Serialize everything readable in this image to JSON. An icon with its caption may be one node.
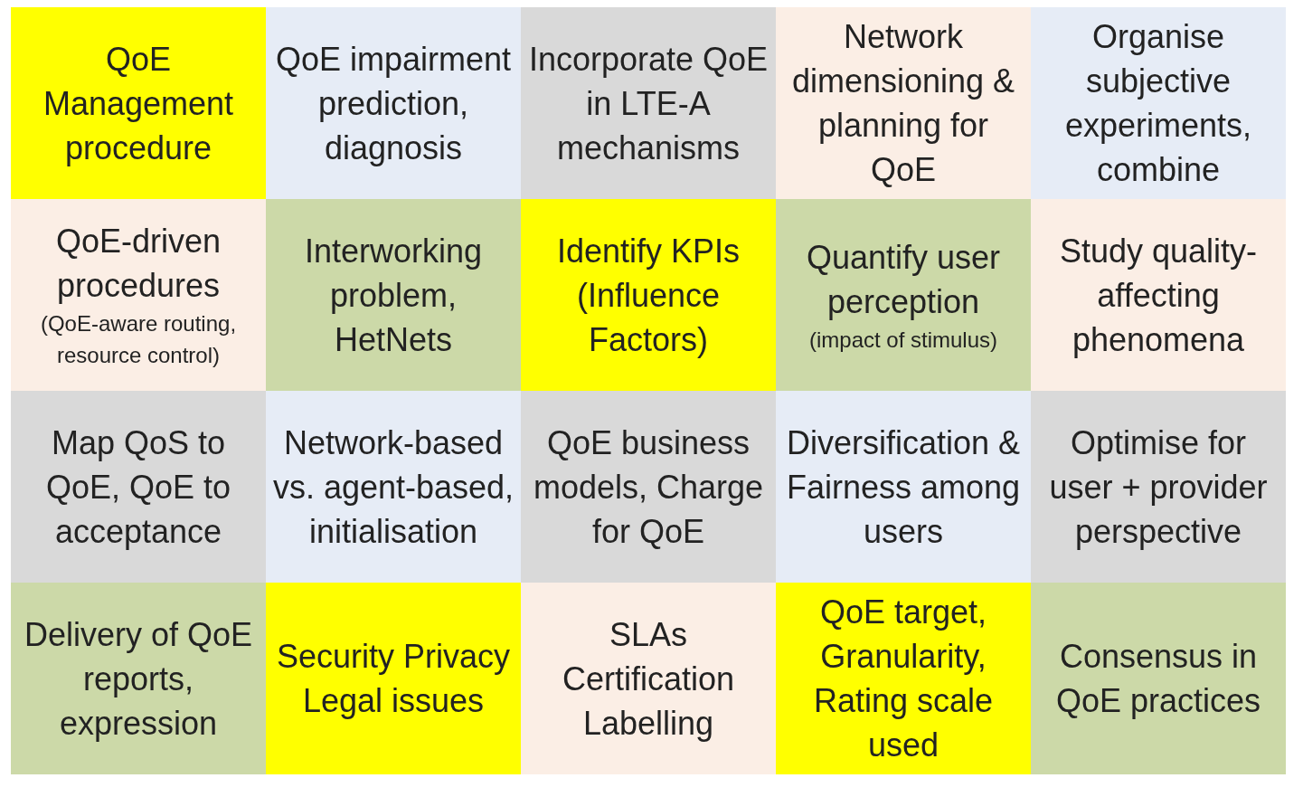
{
  "diagram": {
    "nodes": [
      {
        "text": [
          "QoE Management procedure"
        ]
      },
      {
        "text": [
          "QoE impairment prediction, diagnosis"
        ]
      },
      {
        "text": [
          "Incorporate QoE in LTE-A mechanisms"
        ]
      },
      {
        "text": [
          "Network dimensioning & planning for QoE"
        ]
      },
      {
        "text": [
          "Organise subjective experiments, combine"
        ]
      },
      {
        "text": [
          "QoE-driven procedures",
          "(QoE-aware routing, resource control)"
        ]
      },
      {
        "text": [
          "Interworking problem, HetNets"
        ]
      },
      {
        "text": [
          "Identify KPIs (Influence Factors)"
        ]
      },
      {
        "text": [
          "Quantify user perception",
          "(impact of stimulus)"
        ]
      },
      {
        "text": [
          "Study quality-affecting phenomena"
        ]
      },
      {
        "text": [
          "Map QoS to QoE, QoE to acceptance"
        ]
      },
      {
        "text": [
          "Network-based vs. agent-based, initialisation"
        ]
      },
      {
        "text": [
          "QoE business models, Charge for QoE"
        ]
      },
      {
        "text": [
          "Diversification & Fairness among users"
        ]
      },
      {
        "text": [
          "Optimise for user + provider perspective"
        ]
      },
      {
        "text": [
          "Delivery of QoE reports, expression"
        ]
      },
      {
        "text": [
          "Security Privacy Legal issues"
        ]
      },
      {
        "text": [
          "SLAs Certification Labelling"
        ]
      },
      {
        "text": [
          "QoE target, Granularity, Rating scale used"
        ]
      },
      {
        "text": [
          "Consensus in QoE practices"
        ]
      }
    ],
    "edges": []
  }
}
